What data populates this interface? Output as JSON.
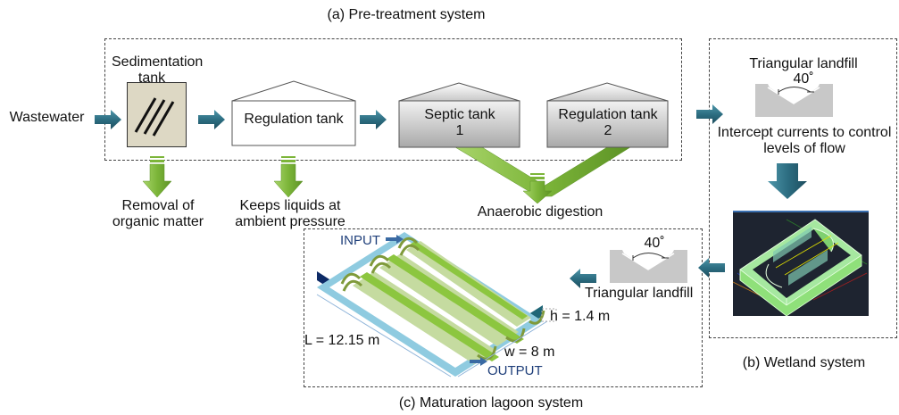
{
  "sections": {
    "pretreatment_title": "(a) Pre-treatment system",
    "wetland_title": "(b) Wetland system",
    "lagoon_title": "(c) Maturation lagoon system"
  },
  "pretreatment": {
    "input_label": "Wastewater",
    "sedimentation_tank": {
      "label_line1": "Sedimentation",
      "label_line2": "tank",
      "output_line1": "Removal of",
      "output_line2": "organic matter"
    },
    "regulation_tank": {
      "label": "Regulation tank",
      "output_line1": "Keeps liquids at",
      "output_line2": "ambient pressure"
    },
    "septic_tank": {
      "label_line1": "Septic tank",
      "label_line2": "1"
    },
    "regulation_tank_2": {
      "label_line1": "Regulation tank",
      "label_line2": "2"
    },
    "combined_output": "Anaerobic digestion"
  },
  "wetland": {
    "landfill_title": "Triangular landfill",
    "angle": "40˚",
    "description_line1": "Intercept currents to control",
    "description_line2": "levels of flow"
  },
  "lagoon": {
    "input_label": "INPUT",
    "output_label": "OUTPUT",
    "length": "L = 12.15 m",
    "width": "w = 8 m",
    "height": "h = 1.4 m",
    "landfill_title": "Triangular landfill",
    "angle": "40˚"
  },
  "colors": {
    "arrow_teal": "#2e6f82",
    "arrow_green": "#7fb83a",
    "sed_tank_fill": "#ddd8c4",
    "lagoon_dark": "#0d2a66",
    "lagoon_light": "#8fcbe0",
    "lagoon_green": "#8cc63f",
    "cad_bg": "#1e2430"
  }
}
